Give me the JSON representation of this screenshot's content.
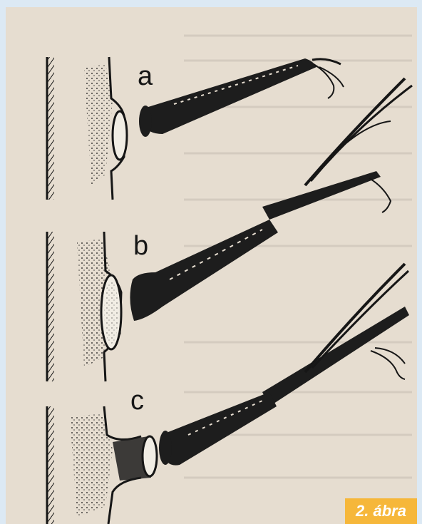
{
  "figure": {
    "labels": {
      "a": "a",
      "b": "b",
      "c": "c"
    },
    "caption": "2. ábra"
  },
  "colors": {
    "frame_background": "#dce9f4",
    "paper": "#e6ddd0",
    "ink": "#161616",
    "caption_background": "#f6b73a",
    "caption_text": "#ffffff"
  }
}
